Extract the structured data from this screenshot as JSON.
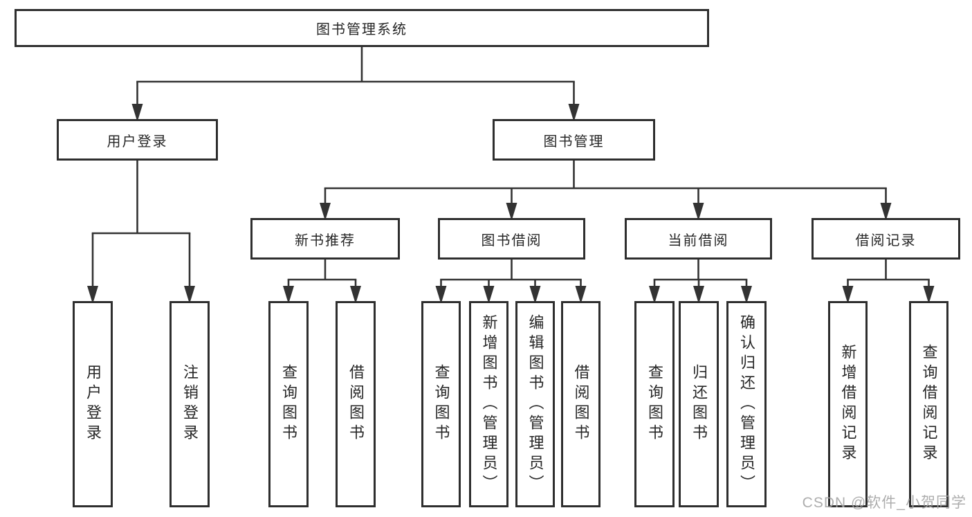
{
  "page": {
    "background": "#ffffff"
  },
  "watermark": {
    "text": "CSDN @软件_小贺同学"
  },
  "diagram": {
    "type": "tree",
    "title": "图书管理系统",
    "line_color": "#333333",
    "box_border_color": "#2e2e2e",
    "text_color": "#262626",
    "nodes": [
      {
        "id": "root",
        "label": "图书管理系统"
      },
      {
        "id": "user-login",
        "label": "用户登录"
      },
      {
        "id": "book-mgmt",
        "label": "图书管理"
      },
      {
        "id": "new-book-rec",
        "label": "新书推荐"
      },
      {
        "id": "book-borrow",
        "label": "图书借阅"
      },
      {
        "id": "current-borrow",
        "label": "当前借阅"
      },
      {
        "id": "borrow-records",
        "label": "借阅记录"
      },
      {
        "id": "user-login-leaf",
        "label": "用户登录"
      },
      {
        "id": "logout-leaf",
        "label": "注销登录"
      },
      {
        "id": "query-books-rec",
        "label": "查询图书"
      },
      {
        "id": "borrow-books-rec",
        "label": "借阅图书"
      },
      {
        "id": "query-books-borrow",
        "label": "查询图书"
      },
      {
        "id": "add-books-admin",
        "label": "新增图书（管理员）"
      },
      {
        "id": "edit-books-admin",
        "label": "编辑图书（管理员）"
      },
      {
        "id": "borrow-books-borrow",
        "label": "借阅图书"
      },
      {
        "id": "query-books-current",
        "label": "查询图书"
      },
      {
        "id": "return-books",
        "label": "归还图书"
      },
      {
        "id": "confirm-return-admin",
        "label": "确认归还（管理员）"
      },
      {
        "id": "add-borrow-record",
        "label": "新增借阅记录"
      },
      {
        "id": "query-borrow-record",
        "label": "查询借阅记录"
      }
    ],
    "edges": [
      {
        "parent": "root",
        "children": [
          "user-login",
          "book-mgmt"
        ]
      },
      {
        "parent": "user-login",
        "children": [
          "user-login-leaf",
          "logout-leaf"
        ]
      },
      {
        "parent": "book-mgmt",
        "children": [
          "new-book-rec",
          "book-borrow",
          "current-borrow",
          "borrow-records"
        ]
      },
      {
        "parent": "new-book-rec",
        "children": [
          "query-books-rec",
          "borrow-books-rec"
        ]
      },
      {
        "parent": "book-borrow",
        "children": [
          "query-books-borrow",
          "add-books-admin",
          "edit-books-admin",
          "borrow-books-borrow"
        ]
      },
      {
        "parent": "current-borrow",
        "children": [
          "query-books-current",
          "return-books",
          "confirm-return-admin"
        ]
      },
      {
        "parent": "borrow-records",
        "children": [
          "add-borrow-record",
          "query-borrow-record"
        ]
      }
    ]
  }
}
